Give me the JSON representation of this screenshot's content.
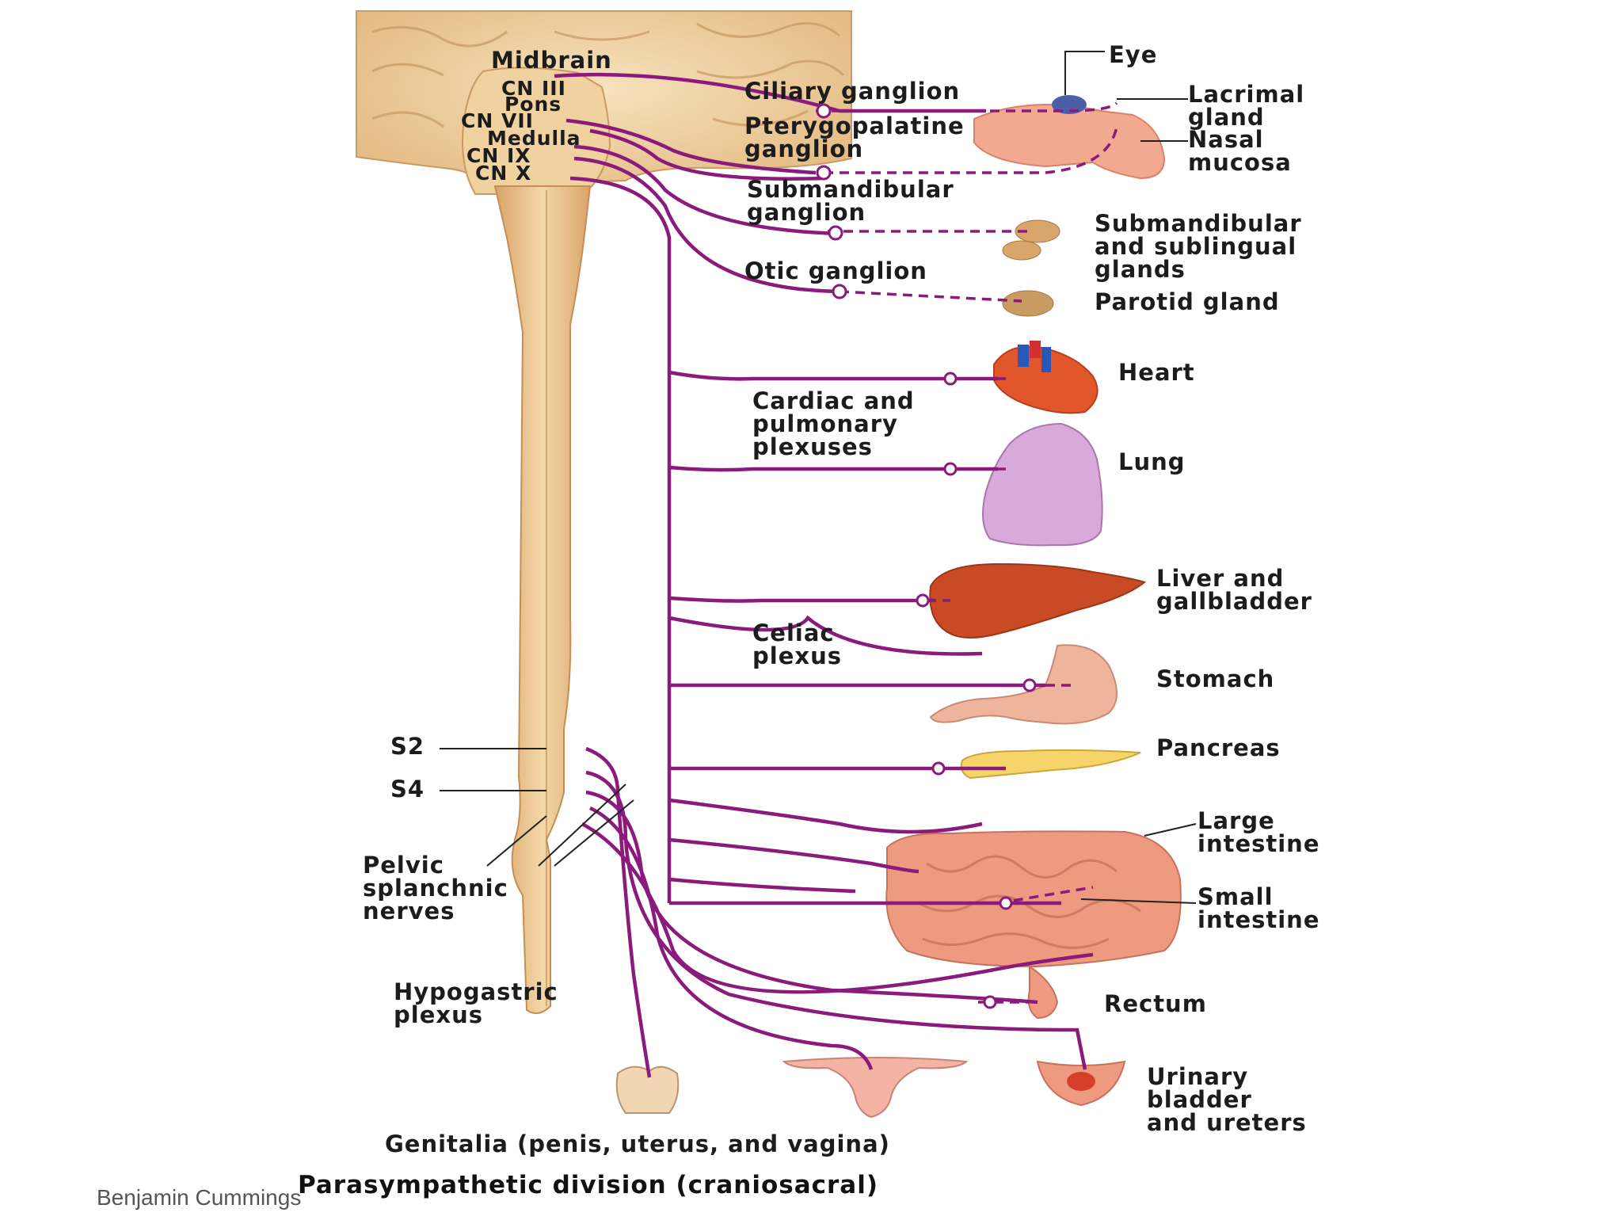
{
  "diagram": {
    "caption": "Parasympathetic division (craniosacral)",
    "credit": "Benjamin Cummings",
    "brain_labels": {
      "midbrain": "Midbrain",
      "cn3": "CN III",
      "pons": "Pons",
      "cn7": "CN VII",
      "medulla": "Medulla",
      "cn9": "CN IX",
      "cn10": "CN X"
    },
    "spinal_labels": {
      "s2": "S2",
      "s4": "S4",
      "pelvic_splanchnic": "Pelvic\nsplanchnic\nnerves",
      "hypogastric": "Hypogastric\nplexus"
    },
    "ganglia_labels": {
      "ciliary": "Ciliary ganglion",
      "pterygopalatine": "Pterygopalatine\nganglion",
      "submandibular": "Submandibular\nganglion",
      "otic": "Otic ganglion",
      "cardiac": "Cardiac and\npulmonary\nplexuses",
      "celiac": "Celiac\nplexus"
    },
    "organ_labels": {
      "eye": "Eye",
      "lacrimal": "Lacrimal\ngland",
      "nasal": "Nasal\nmucosa",
      "salivary": "Submandibular\nand sublingual\nglands",
      "parotid": "Parotid gland",
      "heart": "Heart",
      "lung": "Lung",
      "liver": "Liver and\ngallbladder",
      "stomach": "Stomach",
      "pancreas": "Pancreas",
      "large_intestine": "Large\nintestine",
      "small_intestine": "Small\nintestine",
      "rectum": "Rectum",
      "bladder": "Urinary\nbladder\nand ureters",
      "genitalia": "Genitalia (penis, uterus, and vagina)"
    },
    "colors": {
      "nerve": "#8b1a7d",
      "spinal_cord": "#e8c38e",
      "brain": "#efd3a6",
      "heart": "#e2562b",
      "lung": "#d9a9dc",
      "liver": "#c94b25",
      "stomach": "#efb49c",
      "pancreas": "#f6d46a",
      "intestine": "#ee9a80"
    }
  }
}
